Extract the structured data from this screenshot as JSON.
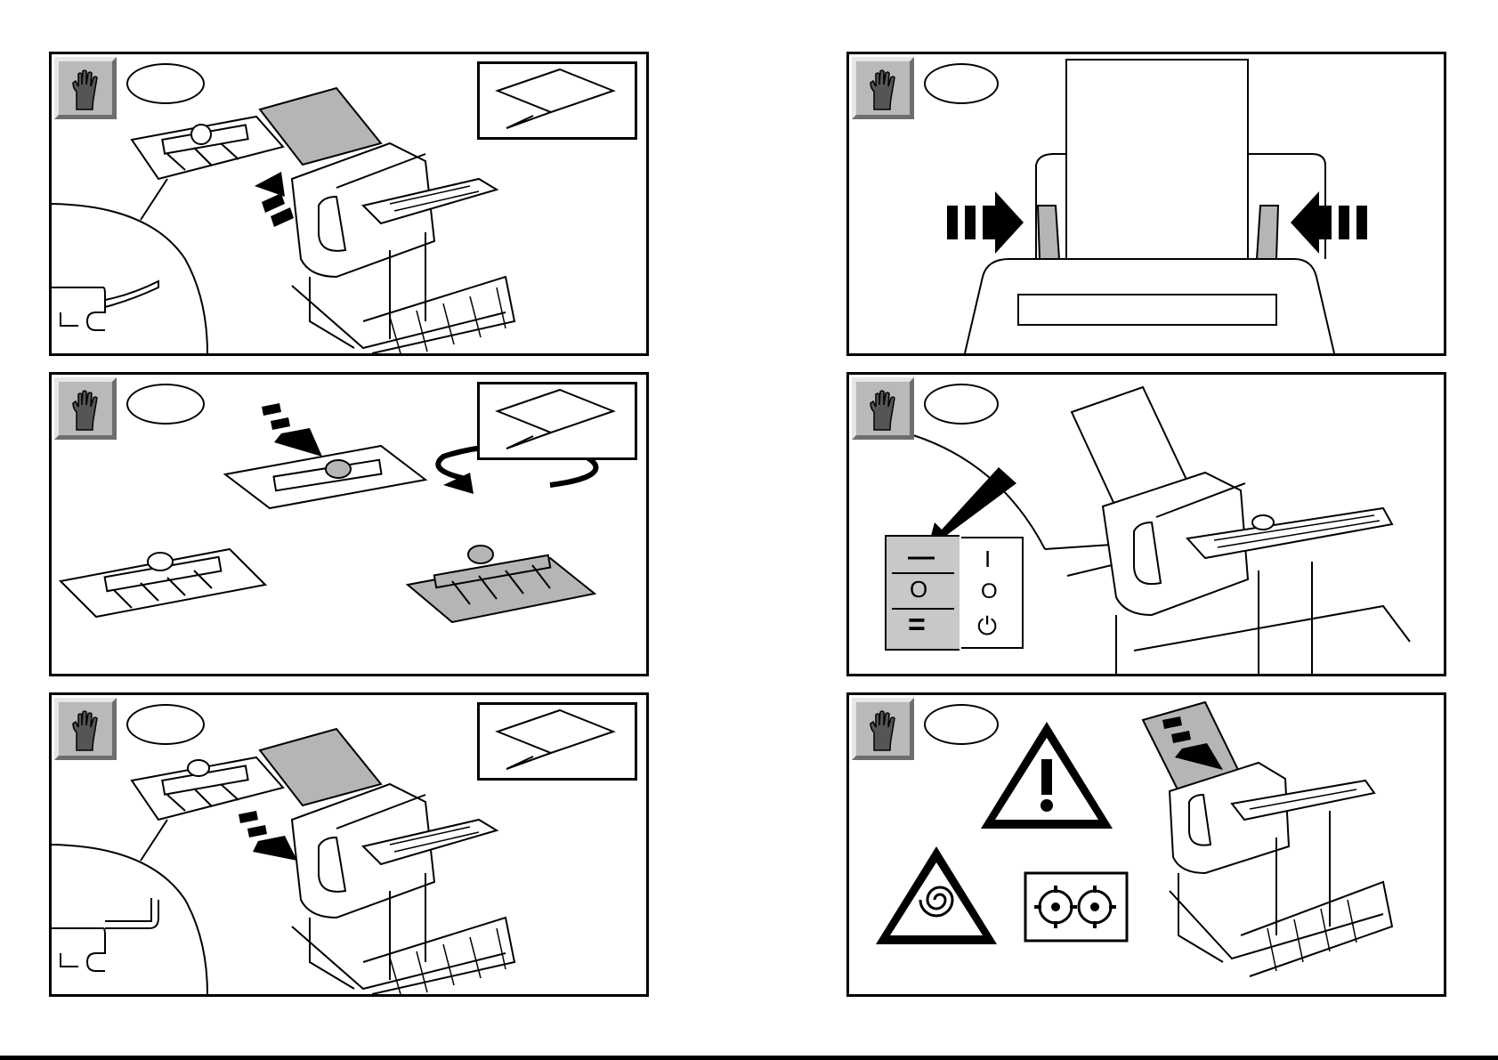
{
  "page": {
    "left_column_steps": [
      {
        "step_label": "",
        "icon": "hand-icon",
        "has_fold_diagram": true,
        "scene": "feed-tray-removal"
      },
      {
        "step_label": "",
        "icon": "hand-icon",
        "has_fold_diagram": true,
        "scene": "tray-flip"
      },
      {
        "step_label": "",
        "icon": "hand-icon",
        "has_fold_diagram": true,
        "scene": "feed-tray-insertion"
      }
    ],
    "right_column_steps": [
      {
        "step_label": "",
        "icon": "hand-icon",
        "has_fold_diagram": false,
        "scene": "side-guides-adjust"
      },
      {
        "step_label": "",
        "icon": "hand-icon",
        "has_fold_diagram": false,
        "scene": "power-switch-on"
      },
      {
        "step_label": "",
        "icon": "hand-icon",
        "has_fold_diagram": false,
        "scene": "warning-rotating-parts"
      }
    ]
  },
  "power_switch": {
    "rocker_symbols": [
      "—",
      "O",
      "="
    ],
    "labels": [
      "I",
      "O",
      "⏻"
    ]
  },
  "warnings": {
    "icons": [
      "warning-exclamation-icon",
      "rotating-hazard-icon",
      "gears-hazard-icon"
    ]
  },
  "colors": {
    "outline": "#000000",
    "paper_fill": "#b5b5b5",
    "badge_fill": "#b9b9b9"
  }
}
